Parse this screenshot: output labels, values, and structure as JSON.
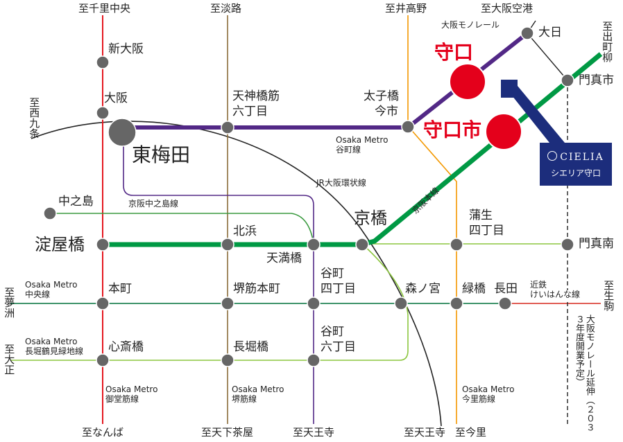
{
  "directions": {
    "senri_chuo": "至千里中央",
    "awaji": "至淡路",
    "itakano": "至井高野",
    "osaka_airport": "至大阪空港",
    "demachiyanagi": "至出町柳",
    "nishikujo": "至西九条",
    "yumeshima": "至夢洲",
    "taisho": "至大正",
    "ikoma": "至生駒",
    "namba": "至なんば",
    "tengachaya": "至天下茶屋",
    "tennoji_1": "至天王寺",
    "tennoji_2": "至天王寺",
    "imazato": "至今里"
  },
  "stations": {
    "shin_osaka": "新大阪",
    "osaka": "大阪",
    "higashi_umeda": "東梅田",
    "tenjimbashisuji_line1": "天神橋筋",
    "tenjimbashisuji_line2": "六丁目",
    "taishibashi_line1": "太子橋",
    "taishibashi_line2": "今市",
    "moriguchi": "守口",
    "moriguchishi": "守口市",
    "dainichi": "大日",
    "kadomashi": "門真市",
    "nakanoshima": "中之島",
    "yodoyabashi": "淀屋橋",
    "kitahama": "北浜",
    "temmabashi": "天満橋",
    "kyobashi": "京橋",
    "gamo_line1": "蒲生",
    "gamo_line2": "四丁目",
    "kadomaminami": "門真南",
    "hommachi": "本町",
    "sakaisuji_hommachi": "堺筋本町",
    "tanimachi4_line1": "谷町",
    "tanimachi4_line2": "四丁目",
    "morinomiya": "森ノ宮",
    "midoribashi": "緑橋",
    "nagata": "長田",
    "shinsaibashi": "心斎橋",
    "nagahoribashi": "長堀橋",
    "tanimachi6_line1": "谷町",
    "tanimachi6_line2": "六丁目"
  },
  "lines": {
    "monorail": "大阪モノレール",
    "tanimachi_line1": "Osaka Metro",
    "tanimachi_line2": "谷町線",
    "loop": "JR大阪環状線",
    "keihan_nakanoshima": "京阪中之島線",
    "keihan_main": "京阪本線",
    "chuo_line1": "Osaka Metro",
    "chuo_line2": "中央線",
    "nagahori_line1": "Osaka Metro",
    "nagahori_line2": "長堀鶴見緑地線",
    "kintetsu_line1": "近鉄",
    "kintetsu_line2": "けいはんな線",
    "midosuji_line1": "Osaka Metro",
    "midosuji_line2": "御堂筋線",
    "sakaisuji_line1": "Osaka Metro",
    "sakaisuji_line2": "堺筋線",
    "imazatosuji_line1": "Osaka Metro",
    "imazatosuji_line2": "今里筋線"
  },
  "extension_note": "大阪モノレール延伸（２０３３年度開業予定）",
  "property": {
    "brand": "CIELIA",
    "name": "シエリア守口"
  },
  "colors": {
    "midosuji": "#e5171f",
    "tanimachi": "#522886",
    "keihan": "#009944",
    "nakanoshima_line": "#3a9a3f",
    "chuo": "#00703c",
    "nagahori": "#8cc63f",
    "sakaisuji": "#8a6d3b",
    "imazatosuji": "#f39800",
    "loop": "#222222",
    "kintetsu": "#d7281e",
    "property": "#1c2d7c",
    "highlight": "#e4001b"
  }
}
